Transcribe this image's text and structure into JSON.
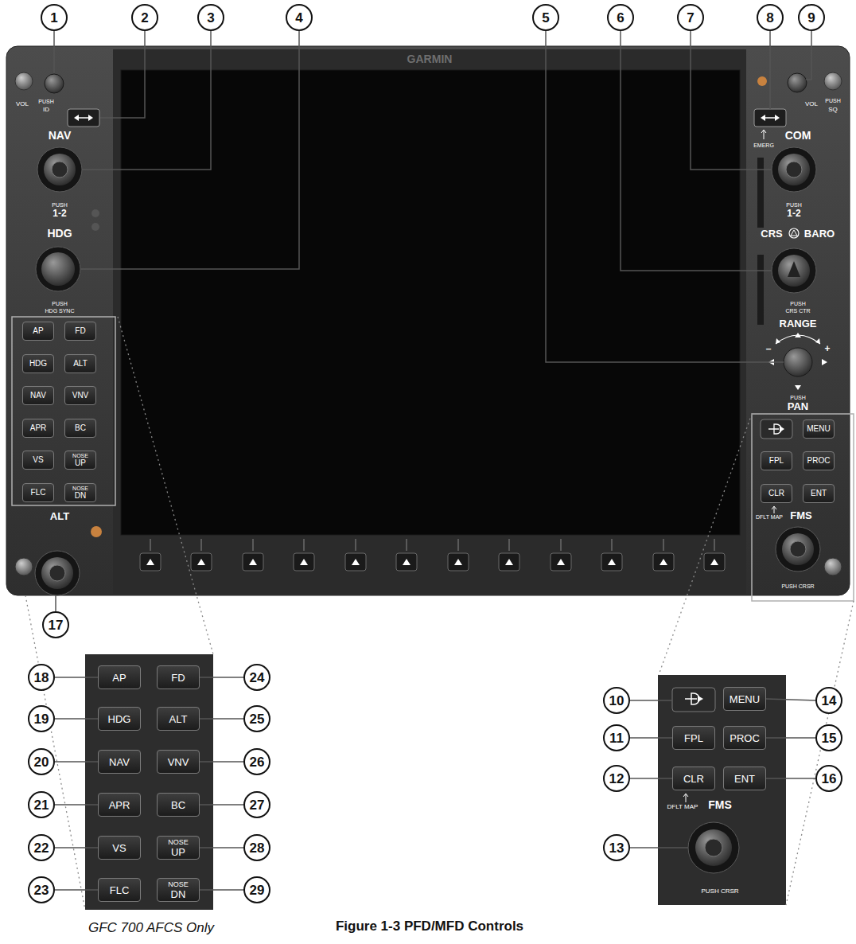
{
  "diagram": {
    "caption": "Figure 1-3 PFD/MFD Controls",
    "nodes": [
      {
        "text": [
          "1"
        ]
      },
      {
        "text": [
          "2"
        ]
      },
      {
        "text": [
          "3"
        ]
      },
      {
        "text": [
          "4"
        ]
      },
      {
        "text": [
          "5"
        ]
      },
      {
        "text": [
          "6"
        ]
      },
      {
        "text": [
          "7"
        ]
      },
      {
        "text": [
          "8"
        ]
      },
      {
        "text": [
          "9"
        ]
      },
      {
        "text": [
          "AP"
        ]
      },
      {
        "text": [
          "FD"
        ]
      },
      {
        "text": [
          "HDG"
        ]
      },
      {
        "text": [
          "ALT"
        ]
      },
      {
        "text": [
          "NAV"
        ]
      },
      {
        "text": [
          "VNV"
        ]
      },
      {
        "text": [
          "APR"
        ]
      },
      {
        "text": [
          "BC"
        ]
      },
      {
        "text": [
          "VS"
        ]
      },
      {
        "text": [
          "NOSE",
          "UP"
        ]
      },
      {
        "text": [
          "FLC"
        ]
      },
      {
        "text": [
          "NOSE",
          "DN"
        ]
      },
      {
        "text": [
          "MENU"
        ]
      },
      {
        "text": [
          "FPL"
        ]
      },
      {
        "text": [
          "PROC"
        ]
      },
      {
        "text": [
          "CLR"
        ]
      },
      {
        "text": [
          "ENT"
        ]
      },
      {
        "text": [
          "17"
        ]
      },
      {
        "text": [
          "18"
        ]
      },
      {
        "text": [
          "AP"
        ]
      },
      {
        "text": [
          "FD"
        ]
      },
      {
        "text": [
          "24"
        ]
      },
      {
        "text": [
          "19"
        ]
      },
      {
        "text": [
          "HDG"
        ]
      },
      {
        "text": [
          "ALT"
        ]
      },
      {
        "text": [
          "25"
        ]
      },
      {
        "text": [
          "20"
        ]
      },
      {
        "text": [
          "NAV"
        ]
      },
      {
        "text": [
          "VNV"
        ]
      },
      {
        "text": [
          "26"
        ]
      },
      {
        "text": [
          "21"
        ]
      },
      {
        "text": [
          "APR"
        ]
      },
      {
        "text": [
          "BC"
        ]
      },
      {
        "text": [
          "27"
        ]
      },
      {
        "text": [
          "22"
        ]
      },
      {
        "text": [
          "VS"
        ]
      },
      {
        "text": [
          "NOSE",
          "UP"
        ]
      },
      {
        "text": [
          "28"
        ]
      },
      {
        "text": [
          "23"
        ]
      },
      {
        "text": [
          "FLC"
        ]
      },
      {
        "text": [
          "NOSE",
          "DN"
        ]
      },
      {
        "text": [
          "29"
        ]
      },
      {
        "text": [
          "10"
        ]
      },
      {
        "text": [
          "MENU"
        ]
      },
      {
        "text": [
          "14"
        ]
      },
      {
        "text": [
          "11"
        ]
      },
      {
        "text": [
          "FPL"
        ]
      },
      {
        "text": [
          "PROC"
        ]
      },
      {
        "text": [
          "15"
        ]
      },
      {
        "text": [
          "12"
        ]
      },
      {
        "text": [
          "CLR"
        ]
      },
      {
        "text": [
          "ENT"
        ]
      },
      {
        "text": [
          "16"
        ]
      },
      {
        "text": [
          "13"
        ]
      }
    ],
    "edges": [
      {
        "from": 27,
        "to": 28,
        "arrow": "none"
      },
      {
        "from": 30,
        "to": 29,
        "arrow": "none"
      },
      {
        "from": 31,
        "to": 32,
        "arrow": "none"
      },
      {
        "from": 34,
        "to": 33,
        "arrow": "none"
      },
      {
        "from": 35,
        "to": 36,
        "arrow": "none"
      },
      {
        "from": 38,
        "to": 37,
        "arrow": "none"
      },
      {
        "from": 39,
        "to": 40,
        "arrow": "none"
      },
      {
        "from": 42,
        "to": 41,
        "arrow": "none"
      },
      {
        "from": 43,
        "to": 44,
        "arrow": "none"
      },
      {
        "from": 46,
        "to": 45,
        "arrow": "none"
      },
      {
        "from": 47,
        "to": 48,
        "arrow": "none"
      },
      {
        "from": 50,
        "to": 49,
        "arrow": "none"
      },
      {
        "from": 53,
        "to": 52,
        "arrow": "none"
      },
      {
        "from": 54,
        "to": 55,
        "arrow": "none"
      },
      {
        "from": 57,
        "to": 56,
        "arrow": "none"
      },
      {
        "from": 58,
        "to": 59,
        "arrow": "none"
      },
      {
        "from": 61,
        "to": 60,
        "arrow": "none"
      }
    ],
    "labels": [
      "GARMIN",
      "VOL",
      "PUSH",
      "ID",
      "NAV",
      "PUSH",
      "1-2",
      "HDG",
      "PUSH",
      "HDG SYNC",
      "ALT",
      "VOL",
      "PUSH",
      "SQ",
      "EMERG",
      "COM",
      "PUSH",
      "1-2",
      "CRS",
      "BARO",
      "PUSH",
      "CRS CTR",
      "RANGE",
      "–",
      "+",
      "PUSH",
      "PAN",
      "DFLT MAP",
      "FMS",
      "PUSH CRSR",
      "DFLT MAP",
      "FMS",
      "PUSH CRSR",
      "GFC 700 AFCS Only"
    ]
  }
}
